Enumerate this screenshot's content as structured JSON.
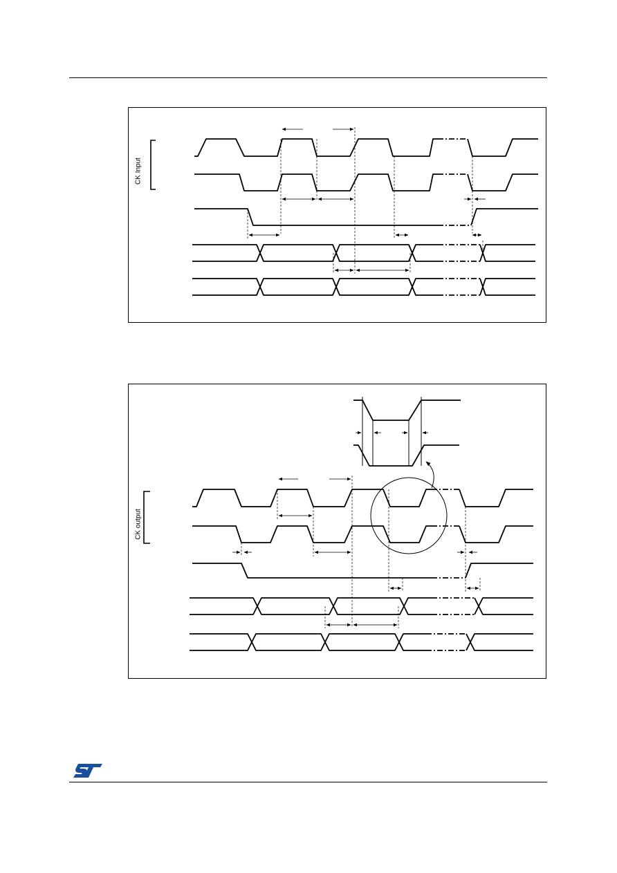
{
  "figure1": {
    "side_label": "CK Input"
  },
  "figure2": {
    "side_label": "CK output"
  },
  "logo": {
    "text": "ST",
    "color": "#1a4f9c"
  }
}
